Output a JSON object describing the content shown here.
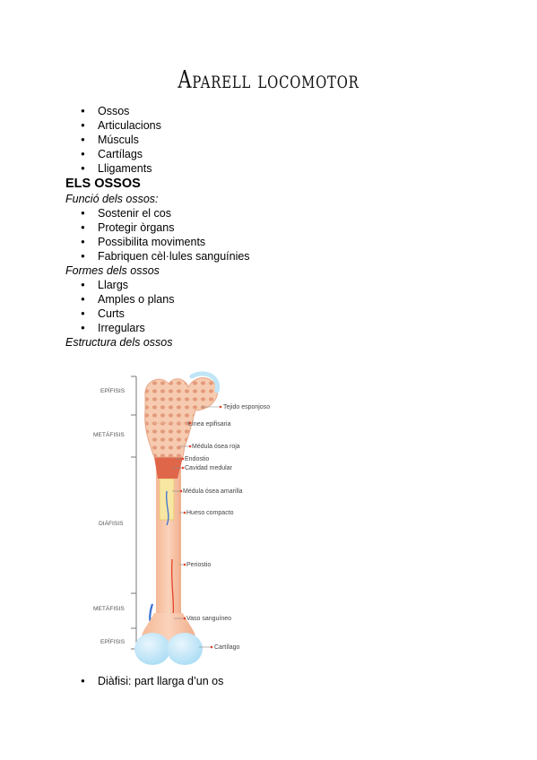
{
  "title": "Aparell locomotor",
  "intro_list": [
    "Ossos",
    "Articulacions",
    "Músculs",
    "Cartílags",
    "Lligaments"
  ],
  "section_heading": "ELS OSSOS",
  "function_label": "Funció dels ossos:",
  "function_list": [
    "Sostenir el cos",
    "Protegir òrgans",
    "Possibilita moviments",
    "Fabriquen cèl·lules sanguínies"
  ],
  "shapes_label": "Formes dels ossos",
  "shapes_list": [
    "Llargs",
    "Amples o plans",
    "Curts",
    "Irregulars"
  ],
  "structure_label": "Estructura dels ossos",
  "figure": {
    "left_labels": [
      "EPÍFISIS",
      "METÁFISIS",
      "DIÁFISIS",
      "METÁFISIS",
      "EPÍFISIS"
    ],
    "right_labels": [
      "Tejido esponjoso",
      "Línea epifisaria",
      "Médula ósea roja",
      "Endostio",
      "Cavidad medular",
      "Médula ósea amarilla",
      "Hueso compacto",
      "Periostio",
      "Vaso sanguíneo",
      "Cartílago"
    ]
  },
  "final_list": [
    "Diàfisi: part llarga d’un os"
  ]
}
